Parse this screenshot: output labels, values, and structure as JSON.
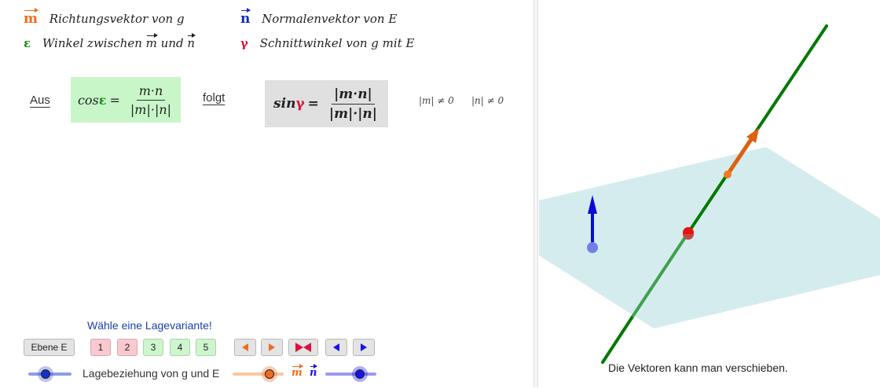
{
  "legend": [
    {
      "symbol": "m",
      "symbol_color": "#f26b1d",
      "text": "Richtungsvektor von g"
    },
    {
      "symbol": "n",
      "symbol_color": "#1428c8",
      "text": "Normalenvektor von E"
    },
    {
      "symbol": "ε",
      "symbol_color": "#128a12",
      "text": "Winkel zwischen m und n"
    },
    {
      "symbol": "γ",
      "symbol_color": "#e0103c",
      "text": "Schnittwinkel von g mit E"
    }
  ],
  "legend_parts": {
    "winkel_prefix": "Winkel zwischen ",
    "winkel_mid": " und ",
    "m": "m",
    "n": "n"
  },
  "formulas": {
    "aus_label": "Aus",
    "folgt_label": "folgt",
    "cos": {
      "func": "cos",
      "angle": "ε",
      "num": "m·n",
      "den": "|m|·|n|",
      "bg": "#c8f6c8"
    },
    "sin": {
      "func": "sin",
      "angle": "γ",
      "num": "|m·n|",
      "den": "|m|·|n|",
      "bg": "#e0e0e0"
    },
    "conditions": [
      "|m| ≠ 0",
      "|n| ≠ 0"
    ]
  },
  "controls": {
    "prompt": "Wähle eine Lagevariante!",
    "plane_button": "Ebene E",
    "variant_buttons": [
      {
        "label": "1",
        "style": "red"
      },
      {
        "label": "2",
        "style": "red"
      },
      {
        "label": "3",
        "style": "green"
      },
      {
        "label": "4",
        "style": "green"
      },
      {
        "label": "5",
        "style": "green"
      }
    ],
    "m_left": "◀",
    "m_right": "▶",
    "reset": "⧓",
    "n_left": "◀",
    "n_right": "▶",
    "slider_label": "Lagebeziehung von g und E",
    "vector_labels": {
      "m": "m",
      "n": "n"
    },
    "colors": {
      "orange": "#f26b1d",
      "blue": "#1414e6",
      "crimson": "#e0103c"
    }
  },
  "view3d": {
    "caption": "Die Vektoren kann man verschieben.",
    "plane_color": "#d5ecee",
    "line_color": "#007a00",
    "m_vector_color": "#e0600c",
    "n_vector_color": "#0a0ad8",
    "intersection_color": "#ee1010"
  }
}
